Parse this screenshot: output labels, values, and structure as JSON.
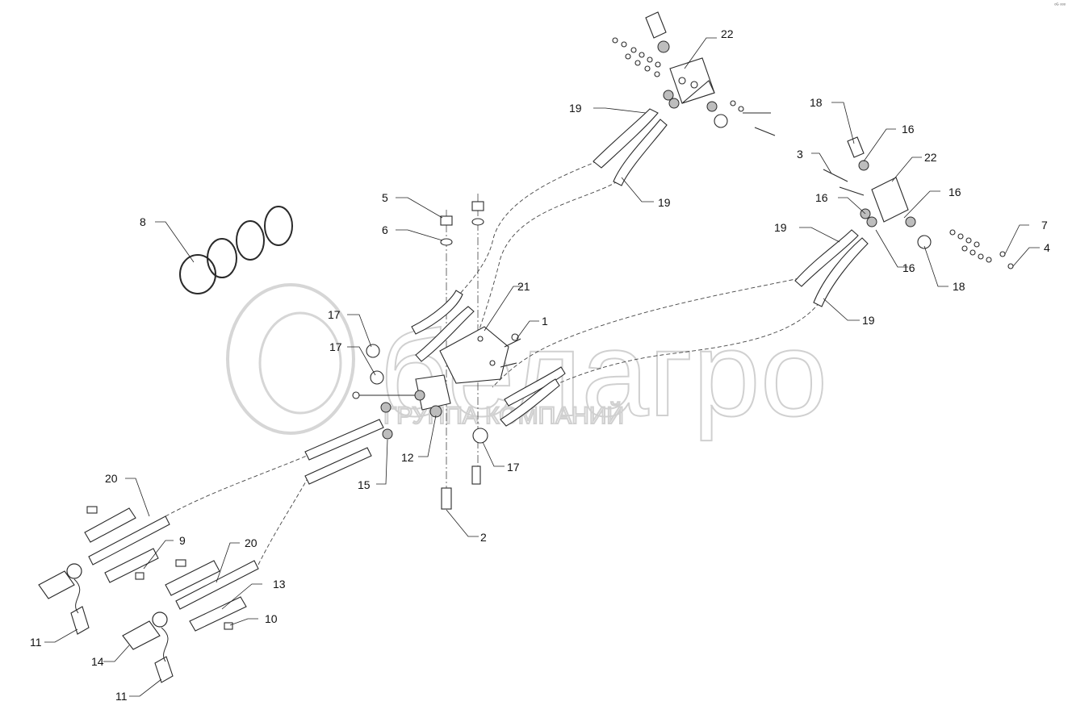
{
  "watermark": {
    "brand": "белагро",
    "subtitle": "ГРУППА КОМПАНИЙ"
  },
  "corner_mark": "ᵒᴳ ᵒᵒᵒ",
  "callouts": [
    "22",
    "19",
    "19",
    "18",
    "16",
    "3",
    "22",
    "16",
    "16",
    "7",
    "4",
    "16",
    "18",
    "19",
    "19",
    "8",
    "5",
    "6",
    "21",
    "1",
    "17",
    "17",
    "12",
    "15",
    "17",
    "2",
    "20",
    "9",
    "20",
    "13",
    "10",
    "11",
    "14",
    "11"
  ]
}
